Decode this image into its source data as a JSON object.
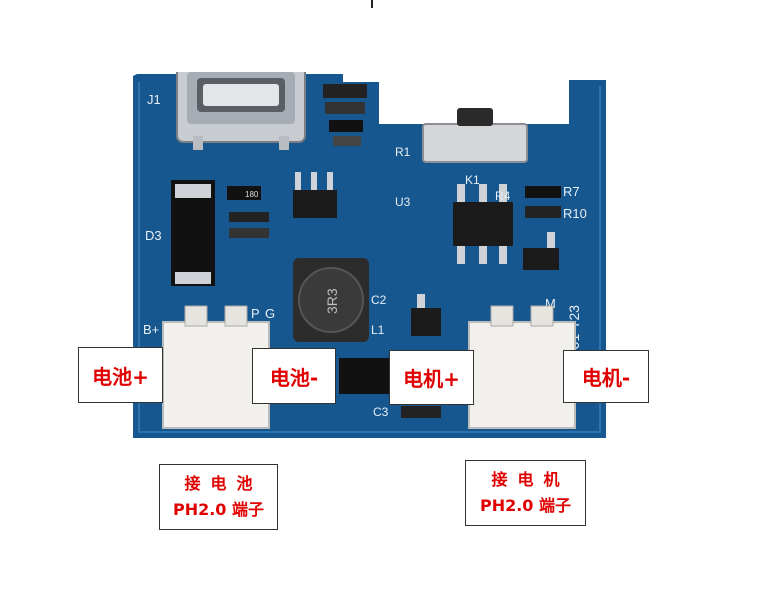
{
  "board_silkscreen": {
    "j1": "J1",
    "d3": "D3",
    "r1": "R1",
    "u3": "U3",
    "k1": "K1",
    "r4": "R4",
    "r7": "R7",
    "r10": "R10",
    "c2": "C2",
    "l1": "L1",
    "c3": "C3",
    "bplus": "B+",
    "g": "G",
    "p": "P",
    "m": "M",
    "inductor": "3R3",
    "chip180": "180",
    "model": "JM01-T23"
  },
  "labels": {
    "battery_plus": "电池+",
    "battery_minus": "电池-",
    "motor_plus": "电机+",
    "motor_minus": "电机-"
  },
  "notes": {
    "battery_line1": "接电池",
    "battery_line2": "PH2.0 端子",
    "motor_line1": "接电机",
    "motor_line2": "PH2.0 端子"
  },
  "colors": {
    "pcb_blue": "#17578f",
    "label_red": "#e00000"
  }
}
